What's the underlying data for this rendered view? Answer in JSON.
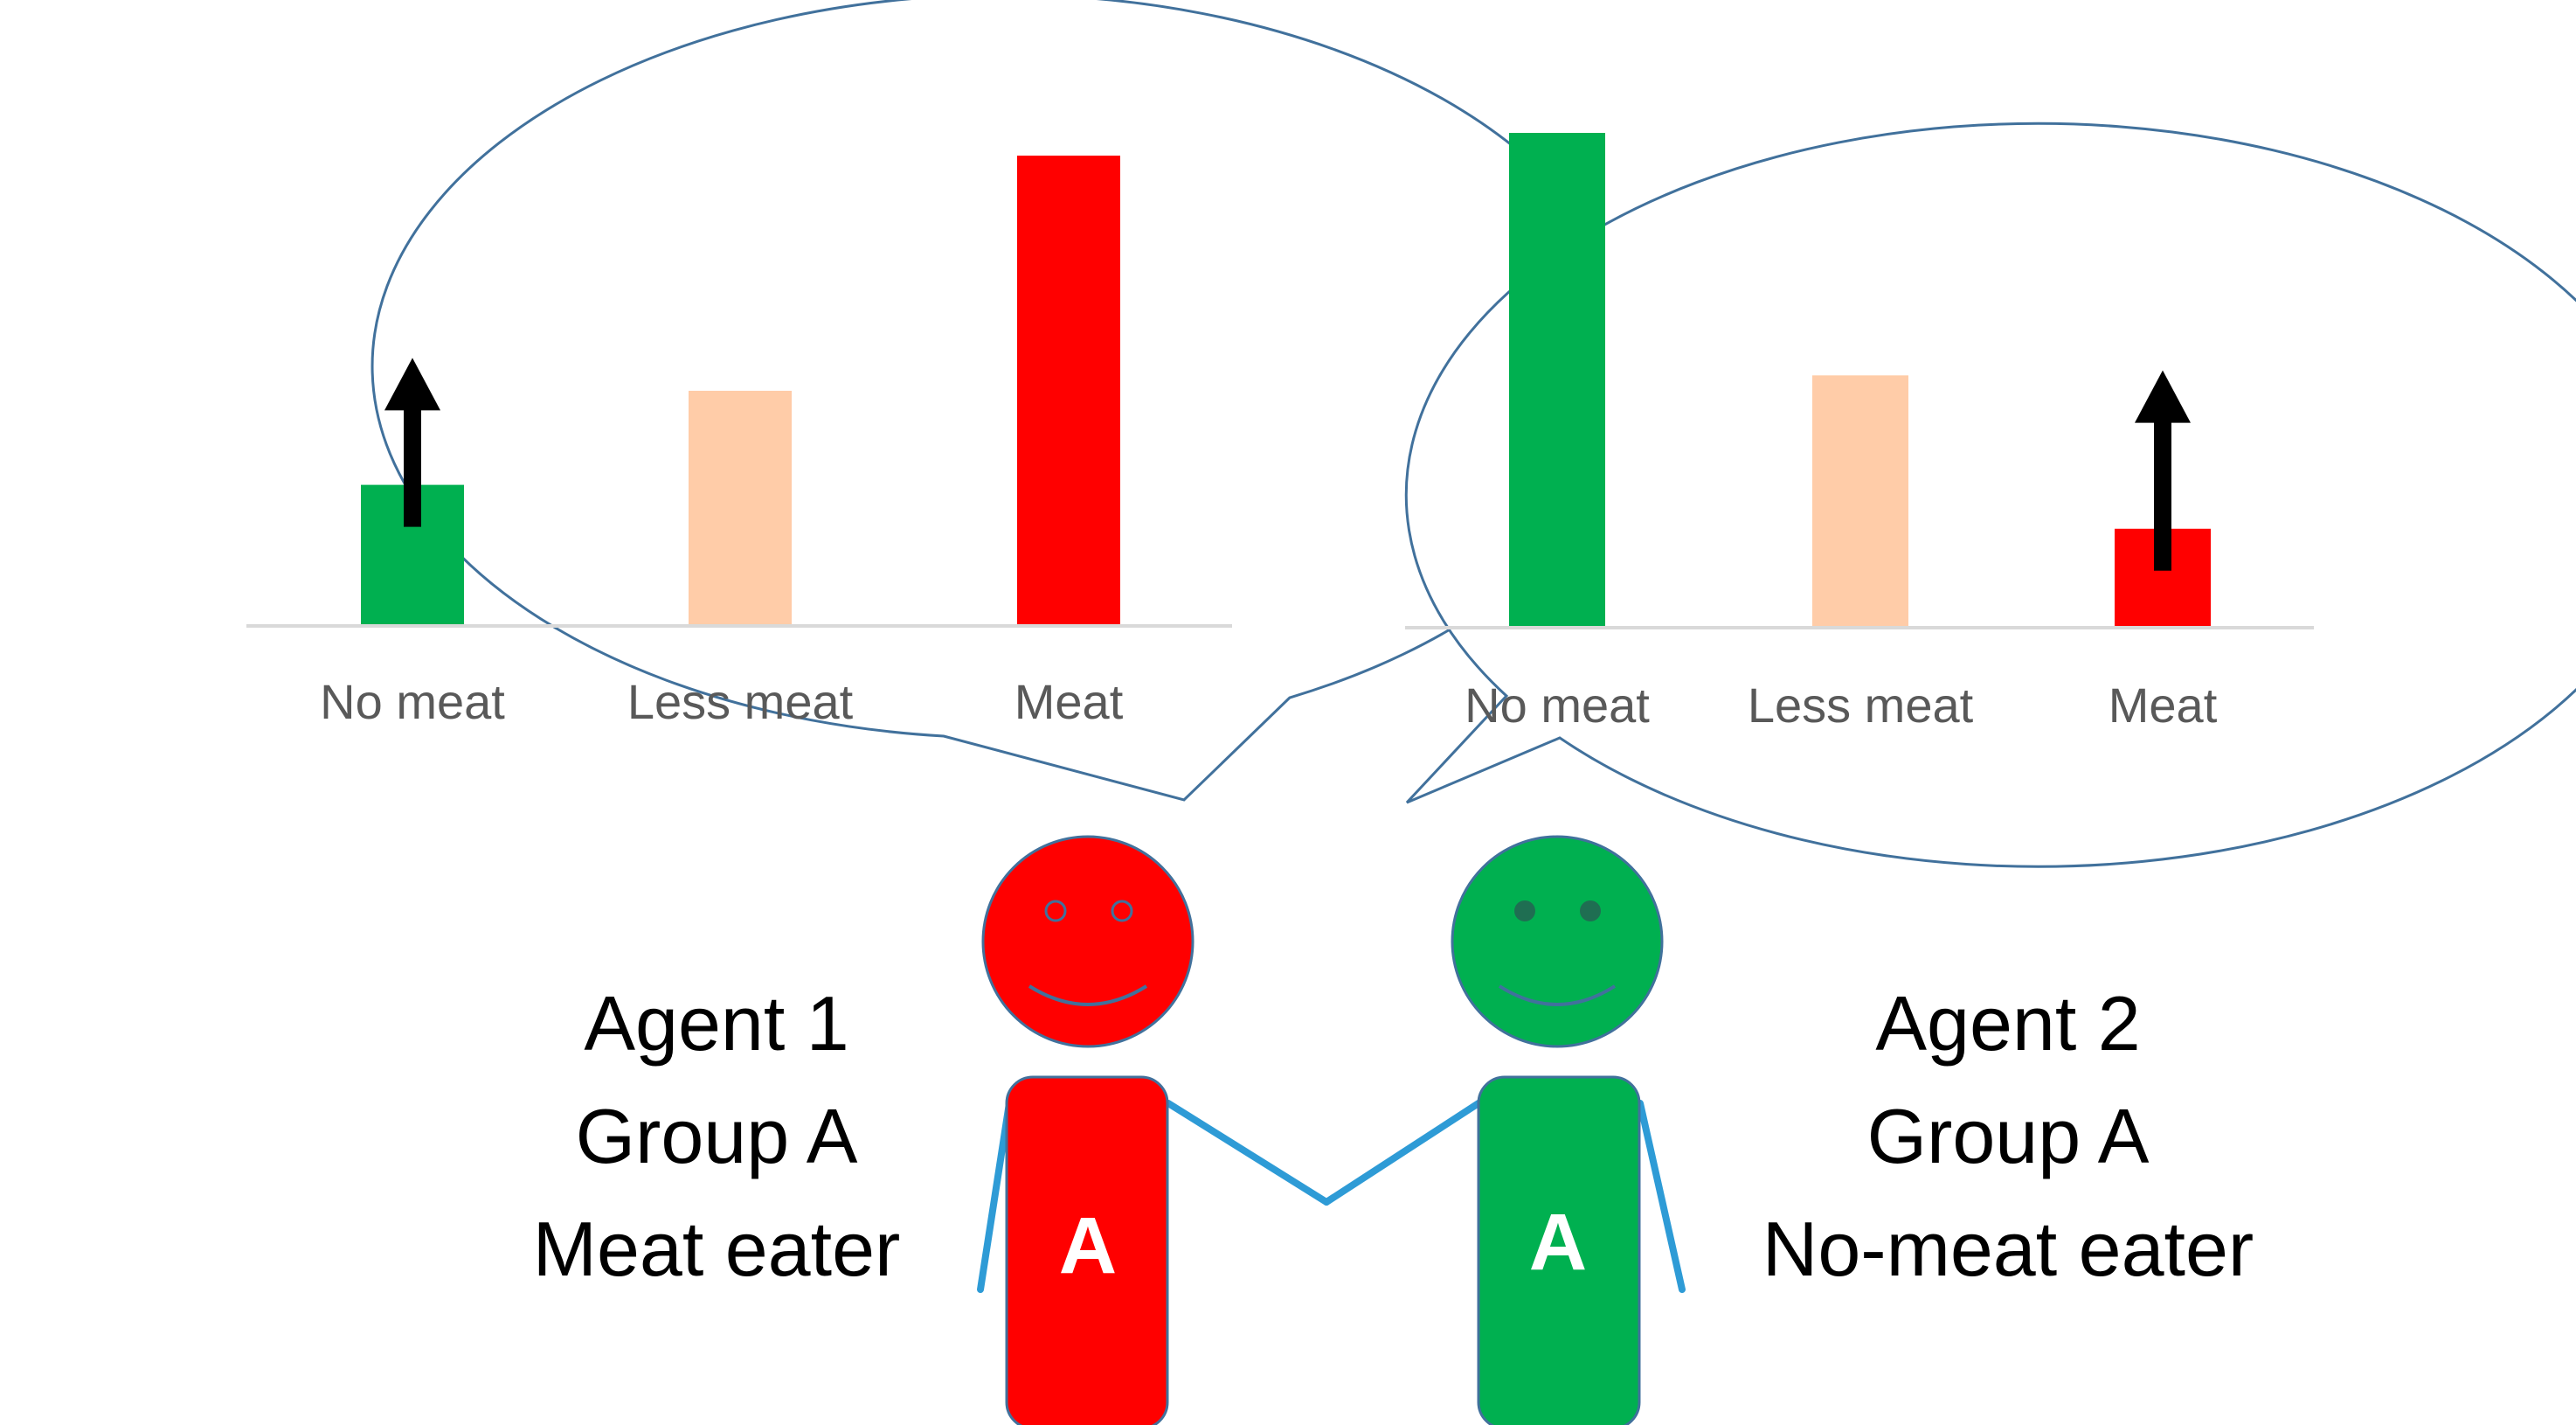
{
  "colors": {
    "no_meat": "#00b050",
    "less_meat": "#ffcca8",
    "meat": "#ff0000",
    "outline": "#41719c",
    "arm": "#2e9bd6",
    "arrow": "#000000",
    "axis": "#d9d9d9"
  },
  "chart_data": [
    {
      "type": "bar",
      "owner": "Agent 1",
      "categories": [
        "No meat",
        "Less meat",
        "Meat"
      ],
      "values": [
        30,
        50,
        100
      ],
      "ylim": [
        0,
        100
      ],
      "bar_colors": [
        "#00b050",
        "#ffcca8",
        "#ff0000"
      ],
      "increase_arrow": {
        "category": "No meat",
        "to_value": 57
      },
      "grid": false
    },
    {
      "type": "bar",
      "owner": "Agent 2",
      "categories": [
        "No meat",
        "Less meat",
        "Meat"
      ],
      "values": [
        100,
        51,
        20
      ],
      "ylim": [
        0,
        100
      ],
      "bar_colors": [
        "#00b050",
        "#ffcca8",
        "#ff0000"
      ],
      "increase_arrow": {
        "category": "Meat",
        "to_value": 52
      },
      "grid": false
    }
  ],
  "agents": [
    {
      "line1": "Agent 1",
      "line2": "Group A",
      "line3": "Meat eater",
      "shirt_letter": "A",
      "color": "#ff0000",
      "icon": "smiley-face-icon"
    },
    {
      "line1": "Agent 2",
      "line2": "Group A",
      "line3": "No-meat eater",
      "shirt_letter": "A",
      "color": "#00b050",
      "icon": "smiley-face-icon"
    }
  ]
}
